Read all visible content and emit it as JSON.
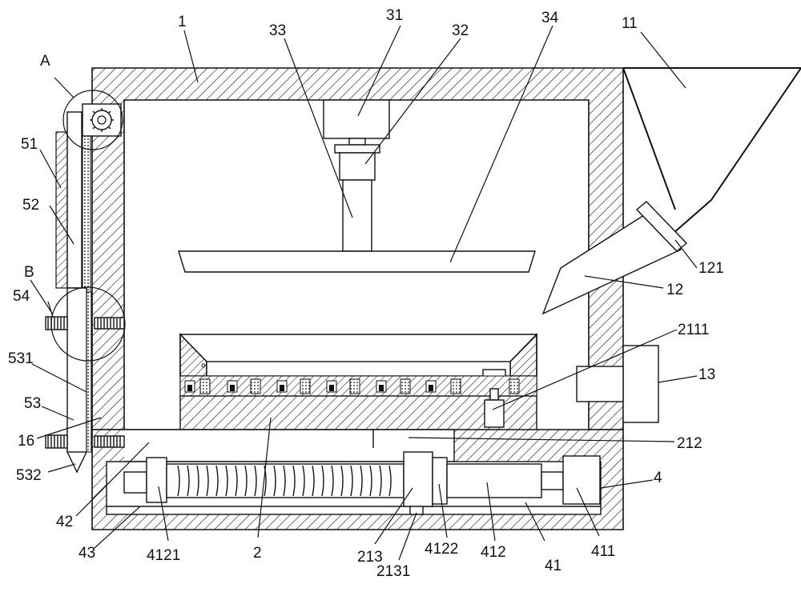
{
  "labels": {
    "l1": "1",
    "l11": "11",
    "l12": "12",
    "l121": "121",
    "l13": "13",
    "l16": "16",
    "l2": "2",
    "l2111": "2111",
    "l212": "212",
    "l213": "213",
    "l2131": "2131",
    "l31": "31",
    "l32": "32",
    "l33": "33",
    "l34": "34",
    "l4": "4",
    "l41": "41",
    "l411": "411",
    "l412": "412",
    "l4121": "4121",
    "l4122": "4122",
    "l42": "42",
    "l43": "43",
    "l51": "51",
    "l52": "52",
    "l53": "53",
    "l531": "531",
    "l532": "532",
    "l54": "54",
    "lA": "A",
    "lB": "B"
  }
}
